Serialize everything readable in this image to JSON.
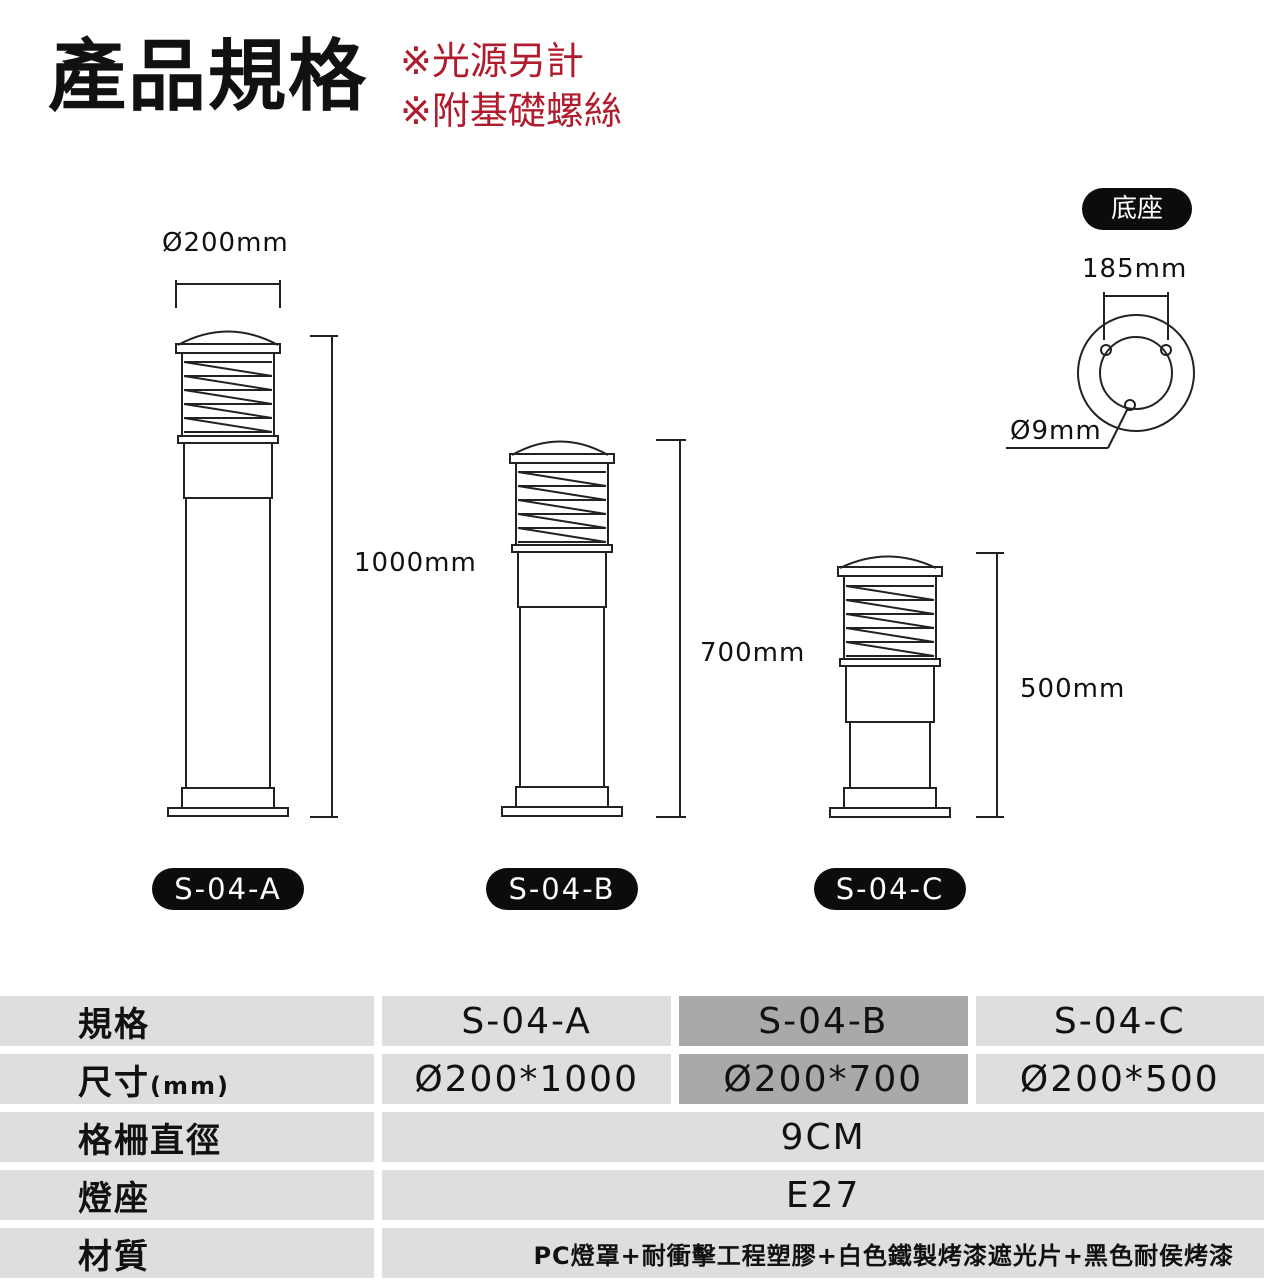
{
  "header": {
    "title": "產品規格",
    "note_1": "※光源另計",
    "note_2": "※附基礎螺絲"
  },
  "diagram": {
    "diameter_label": "Ø200mm",
    "height_a": "1000mm",
    "height_b": "700mm",
    "height_c": "500mm",
    "model_a": "S-04-A",
    "model_b": "S-04-B",
    "model_c": "S-04-C",
    "base_badge": "底座",
    "base_span": "185mm",
    "base_hole": "Ø9mm"
  },
  "table": {
    "rows": [
      {
        "label": "規格",
        "cells": [
          "S-04-A",
          "S-04-B",
          "S-04-C"
        ]
      },
      {
        "label": "尺寸",
        "unit": "(mm)",
        "cells": [
          "Ø200*1000",
          "Ø200*700",
          "Ø200*500"
        ]
      },
      {
        "label": "格柵直徑",
        "value": "9CM"
      },
      {
        "label": "燈座",
        "value": "E27"
      },
      {
        "label": "材質",
        "value": "PC燈罩+耐衝擊工程塑膠+白色鐵製烤漆遮光片+黑色耐侯烤漆"
      }
    ]
  }
}
